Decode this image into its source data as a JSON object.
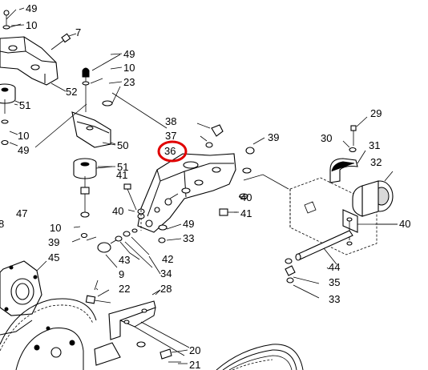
{
  "highlight_color": "#e00000",
  "labels": [
    {
      "id": "l49a",
      "text": "49"
    },
    {
      "id": "l10a",
      "text": "10"
    },
    {
      "id": "l7",
      "text": "7"
    },
    {
      "id": "l49b",
      "text": "49"
    },
    {
      "id": "l10b",
      "text": "10"
    },
    {
      "id": "l23",
      "text": "23"
    },
    {
      "id": "l52",
      "text": "52"
    },
    {
      "id": "l51a",
      "text": "51"
    },
    {
      "id": "l10c",
      "text": "10"
    },
    {
      "id": "l49c",
      "text": "49"
    },
    {
      "id": "l50",
      "text": "50"
    },
    {
      "id": "l51b",
      "text": "51"
    },
    {
      "id": "l38",
      "text": "38"
    },
    {
      "id": "l37",
      "text": "37"
    },
    {
      "id": "l36",
      "text": "36"
    },
    {
      "id": "l39a",
      "text": "39"
    },
    {
      "id": "l29",
      "text": "29"
    },
    {
      "id": "l30",
      "text": "30"
    },
    {
      "id": "l31",
      "text": "31"
    },
    {
      "id": "l32",
      "text": "32"
    },
    {
      "id": "l41a",
      "text": "41"
    },
    {
      "id": "l40a",
      "text": "40"
    },
    {
      "id": "l40b",
      "text": "40"
    },
    {
      "id": "l41b",
      "text": "41"
    },
    {
      "id": "l47",
      "text": "47"
    },
    {
      "id": "l8",
      "text": "8"
    },
    {
      "id": "l10d",
      "text": "10"
    },
    {
      "id": "l49d",
      "text": "49"
    },
    {
      "id": "l40c",
      "text": "40"
    },
    {
      "id": "l39b",
      "text": "39"
    },
    {
      "id": "l33a",
      "text": "33"
    },
    {
      "id": "l45",
      "text": "45"
    },
    {
      "id": "l43",
      "text": "43"
    },
    {
      "id": "l42",
      "text": "42"
    },
    {
      "id": "l44",
      "text": "44"
    },
    {
      "id": "l9",
      "text": "9"
    },
    {
      "id": "l34",
      "text": "34"
    },
    {
      "id": "l35",
      "text": "35"
    },
    {
      "id": "l22",
      "text": "22"
    },
    {
      "id": "l28",
      "text": "28"
    },
    {
      "id": "l33b",
      "text": "33"
    },
    {
      "id": "l20",
      "text": "20"
    },
    {
      "id": "l21",
      "text": "21"
    }
  ]
}
